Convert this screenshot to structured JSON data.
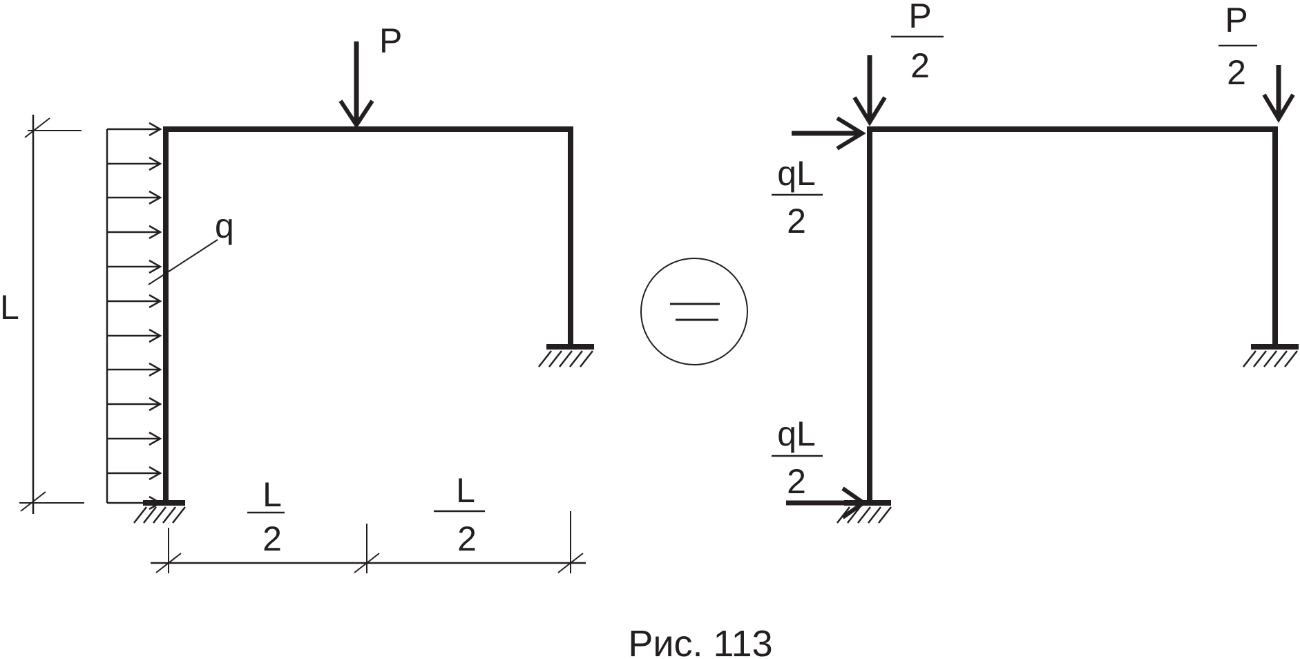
{
  "figure": {
    "caption": "Рис. 113",
    "equals_symbol": "="
  },
  "left_frame": {
    "load_P": "P",
    "load_q": "q",
    "height_dim": "L",
    "span_left_num": "L",
    "span_left_den": "2",
    "span_right_num": "L",
    "span_right_den": "2"
  },
  "right_frame": {
    "top_left_num": "P",
    "top_left_den": "2",
    "top_right_num": "P",
    "top_right_den": "2",
    "upper_h_num": "qL",
    "upper_h_den": "2",
    "lower_h_num": "qL",
    "lower_h_den": "2"
  },
  "colors": {
    "ink": "#231f20",
    "background": "#ffffff"
  }
}
